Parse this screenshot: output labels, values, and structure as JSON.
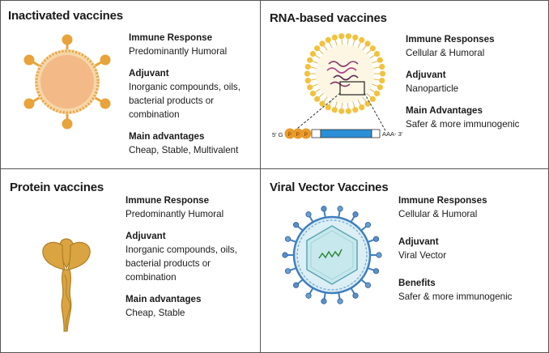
{
  "panels": {
    "inactivated": {
      "title": "Inactivated vaccines",
      "h1": "Immune Response",
      "t1": "Predominantly Humoral",
      "h2": "Adjuvant",
      "t2a": "Inorganic compounds, oils,",
      "t2b": "bacterial products or",
      "t2c": "combination",
      "h3": "Main advantages",
      "t3": "Cheap, Stable, Multivalent"
    },
    "rna": {
      "title": "RNA-based vaccines",
      "h1": "Immune Responses",
      "t1": "Cellular & Humoral",
      "h2": "Adjuvant",
      "t2": "Nanoparticle",
      "h3": "Main Advantages",
      "t3": "Safer & more immunogenic",
      "mrna_5prime": "5' G",
      "mrna_3prime": "AAA- 3'",
      "cap_letter": "P"
    },
    "protein": {
      "title": "Protein vaccines",
      "h1": "Immune Response",
      "t1": "Predominantly Humoral",
      "h2": "Adjuvant",
      "t2a": "Inorganic compounds, oils,",
      "t2b": "bacterial products or",
      "t2c": "combination",
      "h3": "Main advantages",
      "t3": "Cheap, Stable"
    },
    "viral": {
      "title": "Viral Vector Vaccines",
      "h1": "Immune Responses",
      "t1": "Cellular & Humoral",
      "h2": "Adjuvant",
      "t2": "Viral Vector",
      "h3": "Benefits",
      "t3": "Safer & more immunogenic"
    }
  },
  "colors": {
    "virus_fill": "#f3b987",
    "virus_ring": "#e8a33a",
    "lipid": "#f0c040",
    "protein": "#d9a441",
    "viral_blue": "#3f7fbf",
    "capsid": "#c7e8ec",
    "mrna_bar": "#2a8fd6"
  },
  "icons": [
    "inactivated-virus-icon",
    "lipid-nanoparticle-icon",
    "mrna-construct-icon",
    "protein-antigen-icon",
    "viral-vector-icon"
  ]
}
